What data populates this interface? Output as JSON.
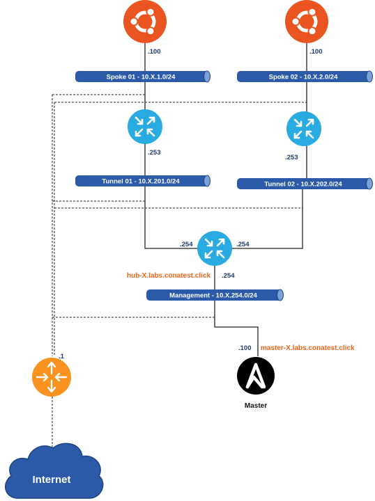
{
  "colors": {
    "ubuntu": "#e95420",
    "router": "#29abe2",
    "network_bar": "#2a5aa8",
    "cloud": "#2a5aa8",
    "firewall": "#f7931e",
    "hostname": "#e8671c",
    "link": "#222222"
  },
  "hosts": {
    "spoke01_server": {
      "icon": "ubuntu-icon",
      "addr": ".100"
    },
    "spoke02_server": {
      "icon": "ubuntu-icon",
      "addr": ".100"
    },
    "master": {
      "icon": "ansible-icon",
      "addr": ".100",
      "hostname": "master-X.labs.conatest.click",
      "caption": "Master"
    }
  },
  "networks": {
    "spoke01": "Spoke 01 - 10.X.1.0/24",
    "spoke02": "Spoke 02 - 10.X.2.0/24",
    "tunnel01": "Tunnel 01 - 10.X.201.0/24",
    "tunnel02": "Tunnel 02 - 10.X.202.0/24",
    "management": "Management - 10.X.254.0/24"
  },
  "routers": {
    "spoke01": {
      "icon": "router-icon",
      "addr": ".253"
    },
    "spoke02": {
      "icon": "router-icon",
      "addr": ".253"
    },
    "hub": {
      "icon": "router-icon",
      "addr_left": ".254",
      "addr_right": ".254",
      "addr_bottom": ".254",
      "hostname": "hub-X.labs.conatest.click"
    }
  },
  "gateway": {
    "icon": "firewall-router-icon",
    "addr": ".1"
  },
  "internet": {
    "icon": "cloud-icon",
    "label": "Internet"
  }
}
